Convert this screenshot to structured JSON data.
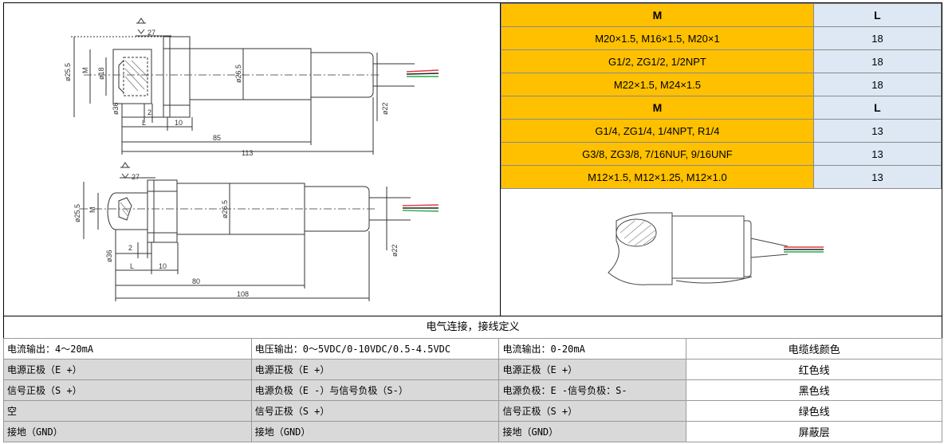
{
  "spec_table": {
    "rows": [
      {
        "m": "M",
        "l": "L",
        "header": true
      },
      {
        "m": "M20×1.5,  M16×1.5,  M20×1",
        "l": "18"
      },
      {
        "m": "G1/2,  ZG1/2,  1/2NPT",
        "l": "18"
      },
      {
        "m": "M22×1.5,  M24×1.5",
        "l": "18"
      },
      {
        "m": "M",
        "l": "L",
        "header": true
      },
      {
        "m": "G1/4,  ZG1/4,  1/4NPT,  R1/4",
        "l": "13"
      },
      {
        "m": "G3/8,  ZG3/8,  7/16NUF,  9/16UNF",
        "l": "13"
      },
      {
        "m": "M12×1.5,  M12×1.25,  M12×1.0",
        "l": "13"
      }
    ]
  },
  "drawing1": {
    "wrench": "27",
    "dia_outer": "ø25.5",
    "dia_thread": "M",
    "dia_bore": "ø18",
    "dia_body": "ø26.5",
    "dia_bottom": "ø36",
    "dia_tail": "ø22",
    "dim_2": "2",
    "dim_L": "L",
    "dim_10": "10",
    "dim_85": "85",
    "dim_113": "113"
  },
  "drawing2": {
    "wrench": "27",
    "dia_outer": "ø25.5",
    "dia_thread": "M",
    "dia_body": "ø26.5",
    "dia_bottom": "ø36",
    "dia_tail": "ø22",
    "dim_2": "2",
    "dim_L": "L",
    "dim_10": "10",
    "dim_80": "80",
    "dim_108": "108"
  },
  "connection": {
    "title": "电气连接，接线定义",
    "headers": [
      "电流输出：4～20mA",
      "电压输出：0～5VDC/0-10VDC/0.5-4.5VDC",
      "电流输出：0-20mA",
      "电缆线颜色"
    ],
    "rows": [
      [
        "电源正极（E +）",
        "电源正极（E +）",
        "电源正极（E +）",
        "红色线"
      ],
      [
        "信号正极（S +）",
        "电源负极（E -）与信号负极（S-）",
        "电源负极：E -信号负极：S-",
        "黑色线"
      ],
      [
        "空",
        "信号正极（S +）",
        "信号正极（S +）",
        "绿色线"
      ],
      [
        "接地（GND）",
        "接地（GND）",
        "接地（GND）",
        "屏蔽层"
      ]
    ]
  },
  "colors": {
    "m_cell": "#ffc000",
    "l_cell": "#dde8f4",
    "wire_red": "#e23b3b",
    "wire_green": "#2ea84a",
    "wire_black": "#222222"
  }
}
